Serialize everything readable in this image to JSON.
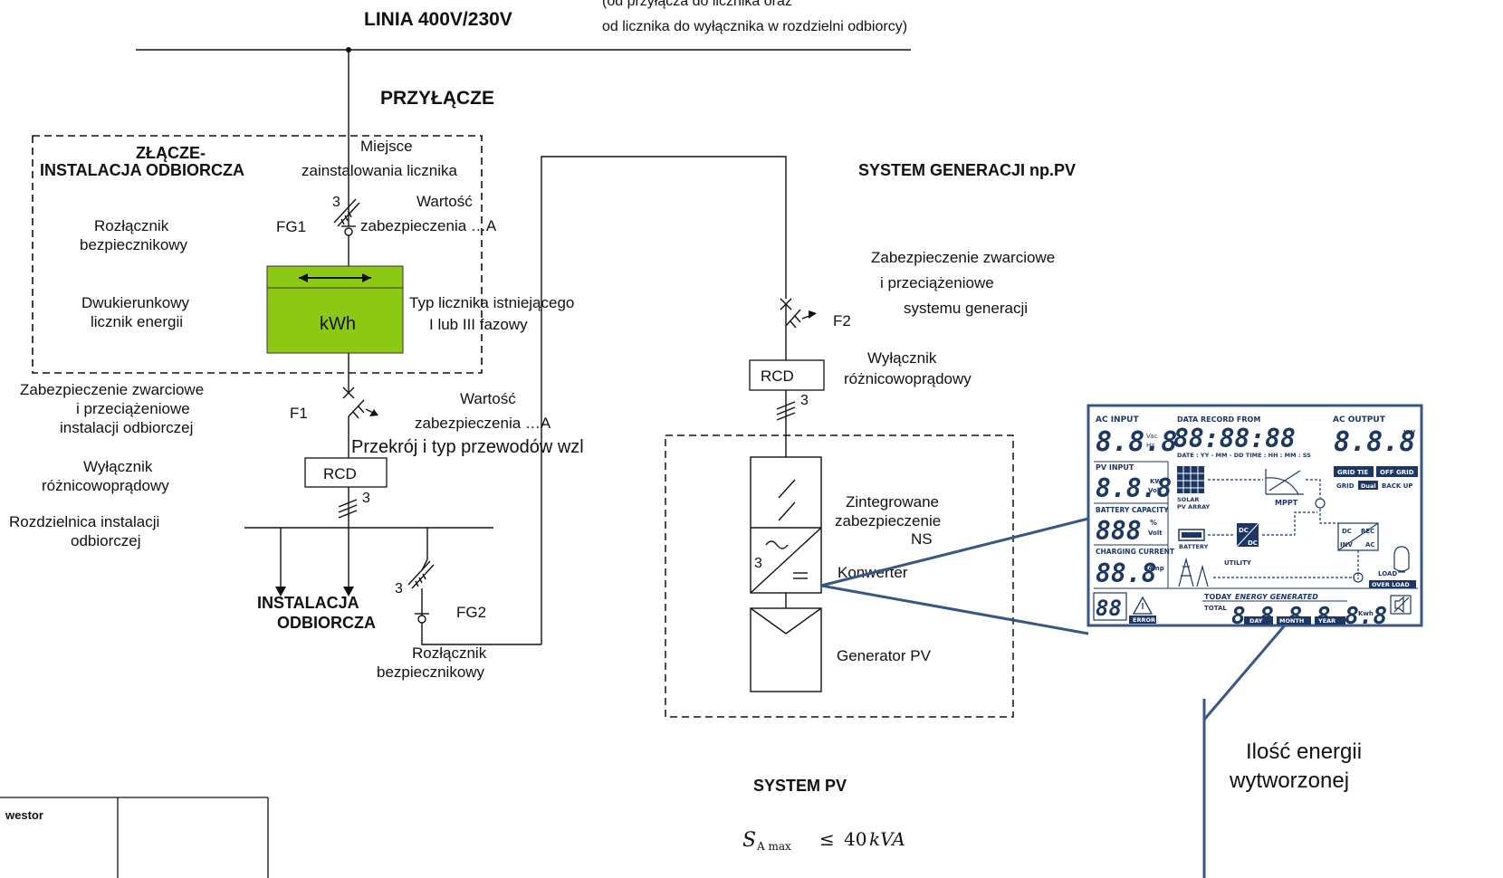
{
  "line": {
    "title": "LINIA  400V/230V",
    "note_top": "(od przyłącza do licznika oraz",
    "note_bottom": "od licznika do wyłącznika w rozdzielni odbiorcy)"
  },
  "przylacze": "PRZYŁĄCZE",
  "zlacze": {
    "title1": "ZŁĄCZE-",
    "title2": "INSTALACJA ODBIORCZA"
  },
  "meter_place": {
    "l1": "Miejsce",
    "l2": "zainstalowania licznika"
  },
  "fg1": {
    "tag": "FG1",
    "phases": "3",
    "value1": "Wartość",
    "value2": "zabezpieczenia …A"
  },
  "left_labels": {
    "disconnector1": "Rozłącznik",
    "disconnector2": "bezpiecznikowy",
    "meter1": "Dwukierunkowy",
    "meter2": "licznik energii"
  },
  "meter": {
    "unit": "kWh",
    "type1": "Typ licznika istniejącego",
    "type2": "I lub III fazowy",
    "color": "#8dc814"
  },
  "f1": {
    "tag": "F1",
    "prot1": "Zabezpieczenie zwarciowe",
    "prot2": "i przeciążeniowe",
    "prot3": "instalacji odbiorczej",
    "value1": "Wartość",
    "value2": "zabezpieczenia …A",
    "cable": "Przekrój i typ przewodów wzl"
  },
  "rcd_left": {
    "label": "RCD",
    "phases": "3",
    "desc1": "Wyłącznik",
    "desc2": "różnicowoprądowy"
  },
  "distribution": {
    "l1": "Rozdzielnica instalacji",
    "l2": "odbiorczej"
  },
  "installation": {
    "l1": "INSTALACJA",
    "l2": "ODBIORCZA"
  },
  "fg2": {
    "tag": "FG2",
    "phases": "3",
    "d1": "Rozłącznik",
    "d2": "bezpiecznikowy"
  },
  "gen": {
    "title": "SYSTEM GENERACJI np.PV",
    "prot1": "Zabezpieczenie zwarciowe",
    "prot2": "i przeciążeniowe",
    "prot3": "systemu generacji",
    "f2": "F2",
    "rcd": "RCD",
    "rcd_phases": "3",
    "rcd1": "Wyłącznik",
    "rcd2": "różnicowoprądowy"
  },
  "inverter": {
    "int1": "Zintegrowane",
    "int2": "zabezpieczenie",
    "int3": "NS",
    "phases": "3",
    "converter": "Konwerter",
    "pv": "Generator PV"
  },
  "system_pv": {
    "title": "SYSTEM PV",
    "s": "S",
    "sub": "A max",
    "rel": "≤",
    "value": "40",
    "unit": "kVA"
  },
  "table": {
    "cell": "westor"
  },
  "energy": {
    "l1": "Ilość energii",
    "l2": "wytworzonej"
  },
  "lcd": {
    "ac_input": "AC INPUT",
    "ac_input_val": "8.8.8",
    "vac": "Vac",
    "hz": "Hz",
    "data_record": "DATA RECORD FROM",
    "record_val": "88:88:88",
    "record_fmt": "DATE : YY - MM - DD  TIME : HH : MM : SS",
    "ac_output": "AC OUTPUT",
    "ac_output_val": "8.8.8",
    "kw": "KW",
    "pv_input": "PV INPUT",
    "pv_input_val": "8.8.8",
    "kw2": "KW",
    "volt": "Volt",
    "battery_capacity": "BATTERY CAPACITY",
    "battery_val": "888",
    "pct": "%",
    "volt2": "Volt",
    "charging_current": "CHARGING CURRENT",
    "charging_val": "88.8",
    "amp": "Amp",
    "solar1": "SOLAR",
    "solar2": "PV ARRAY",
    "mppt": "MPPT",
    "battery": "BATTERY",
    "utility": "UTILITY",
    "grid_tie": "GRID TIE",
    "off_grid": "OFF GRID",
    "grid": "GRID",
    "dual": "Dual",
    "backup": "BACK UP",
    "dc_dc1": "DC",
    "dc_dc2": "DC",
    "dc": "DC",
    "rec": "REC",
    "inv": "INV",
    "ac": "AC",
    "load": "LOAD",
    "overload": "OVER LOAD",
    "today": "TODAY",
    "energy_generated": "ENERGY GENERATED",
    "total": "TOTAL",
    "energy_val": "8.8.8.8.8.8",
    "kwh": "Kwh",
    "error": "ERROR",
    "day": "DAY",
    "month": "MONTH",
    "year": "YEAR",
    "seg": "88"
  }
}
